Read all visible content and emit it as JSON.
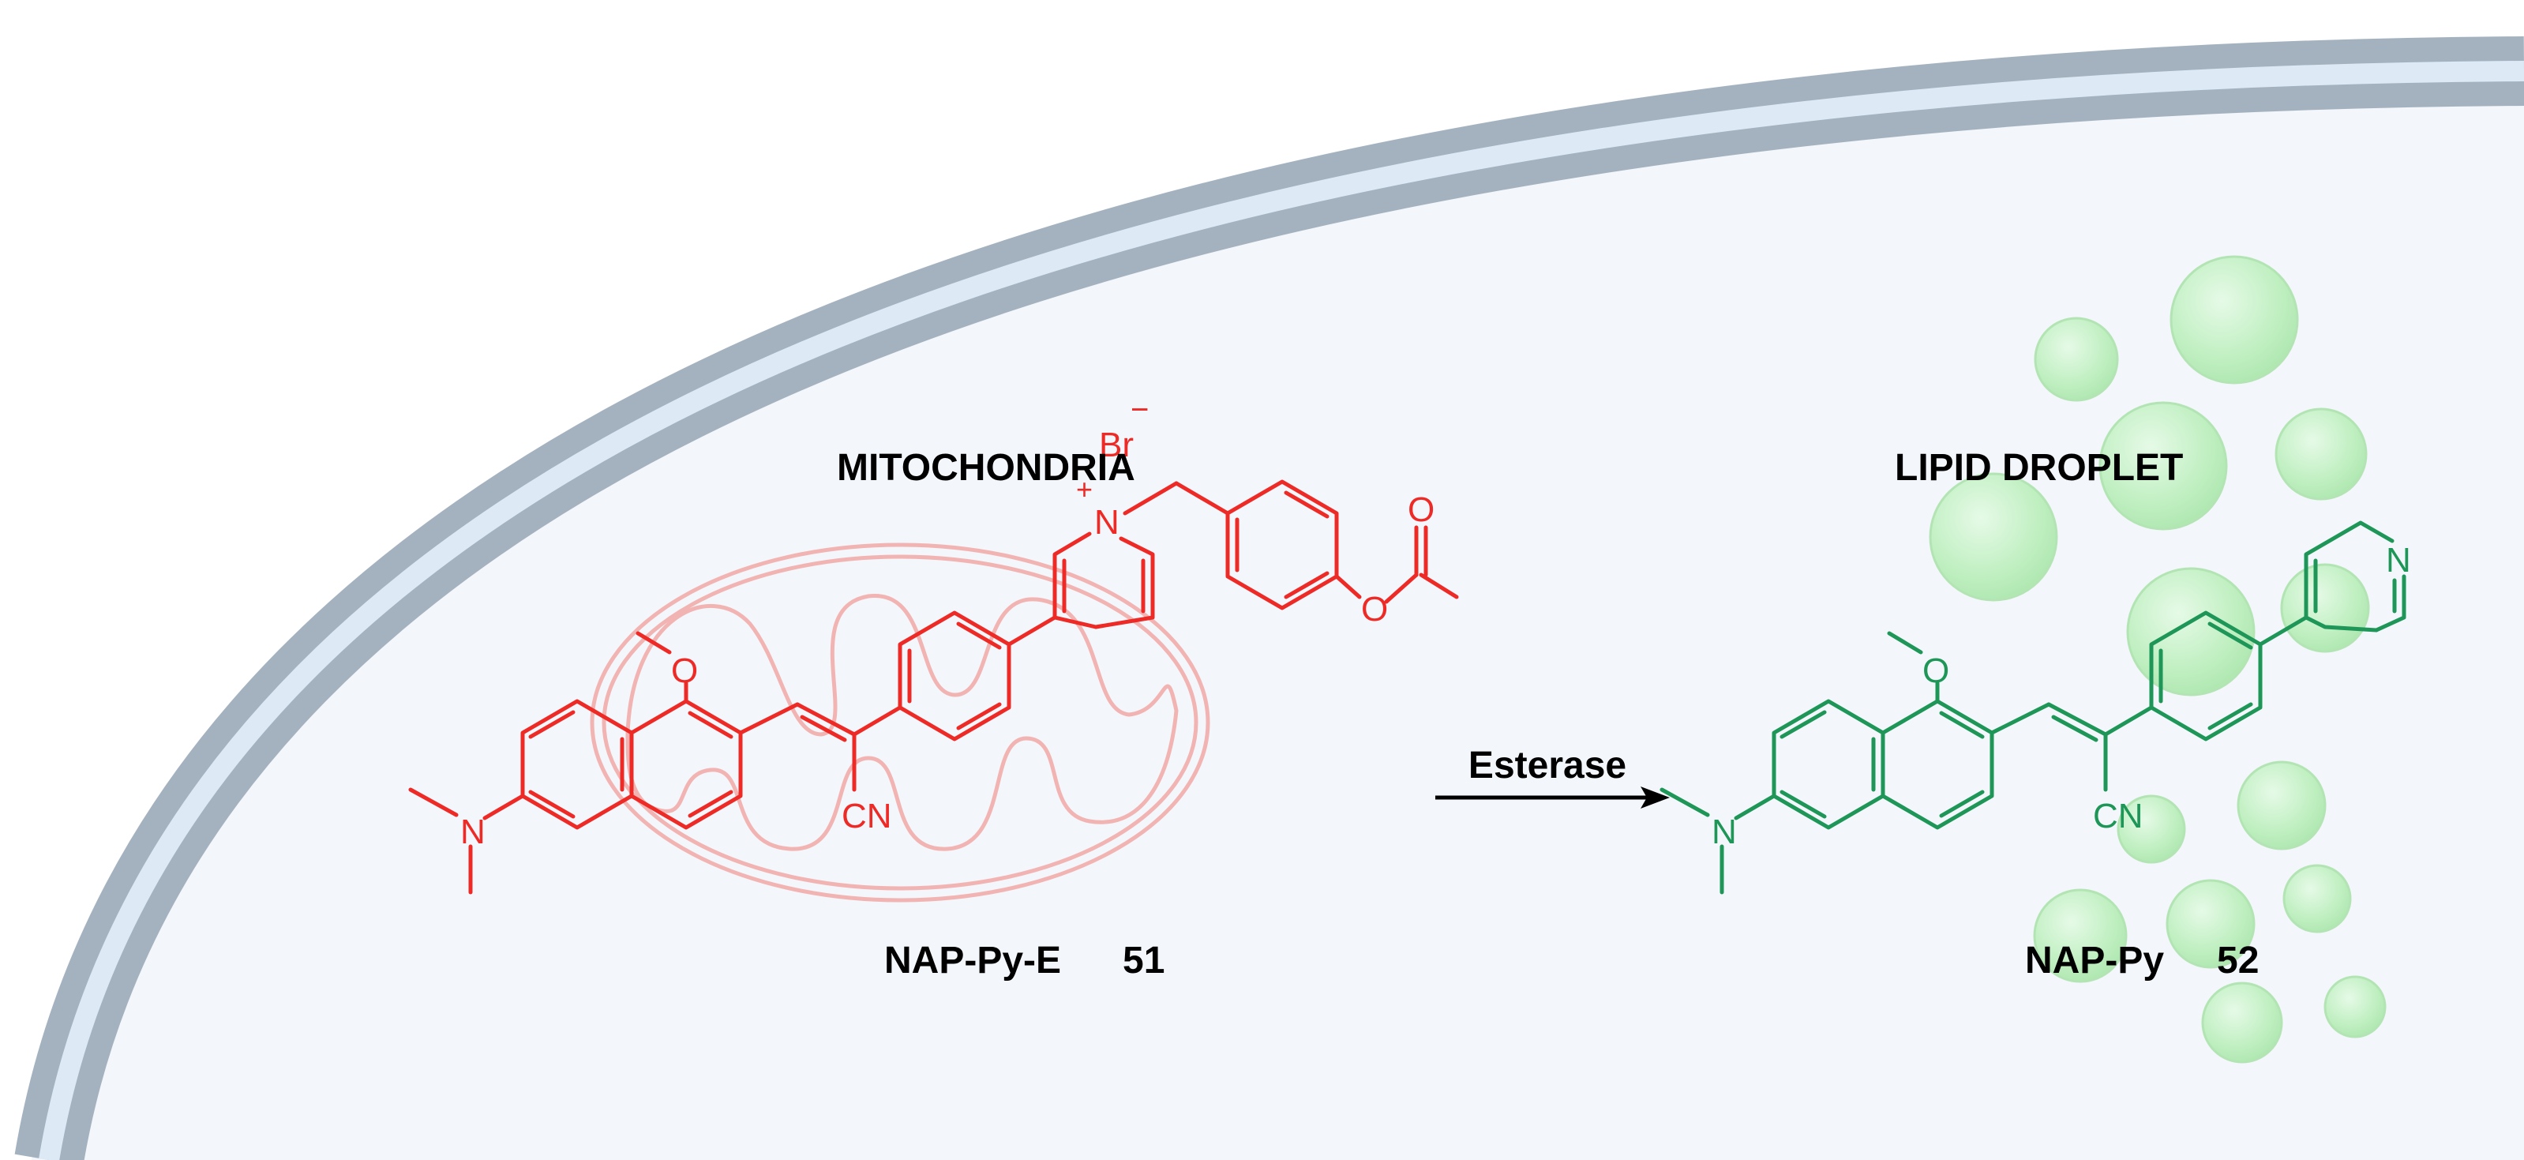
{
  "colors": {
    "cytoplasm": "#f3f6fa",
    "membrane_outer": "#a4b2c0",
    "membrane_inner": "#ddeaf6",
    "substrate": "#ee2a26",
    "product": "#1e9658",
    "mito_outline": "#f2b4b2",
    "droplet": "#b4eeb4"
  },
  "labels": {
    "mitochondria": "MITOCHONDRIA",
    "lipid_droplet": "LIPID DROPLET",
    "substrate_name": "NAP-Py-E",
    "substrate_number": "51",
    "product_name": "NAP-Py",
    "product_number": "52",
    "enzyme": "Esterase"
  },
  "atoms": {
    "bromide": "Br",
    "minus": "−",
    "plus": "+",
    "nitrogen": "N",
    "oxygen": "O",
    "nitrile": "CN"
  }
}
